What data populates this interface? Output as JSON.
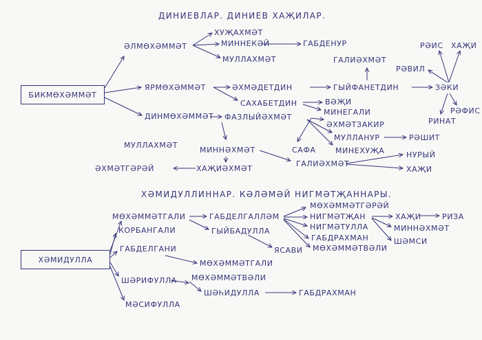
{
  "titles": {
    "top": "ДИНИЕВЛАР. ДИНИЕВ ХАҖИЛАР.",
    "bottom": "ХӘМИДУЛЛИННАР. КӘЛӘМӘЙ НИГМӘТҖАННАРЫ."
  },
  "tree1": {
    "root": "БИКМӨХӘММӘТ",
    "almuhammat": "ӘЛМӨХӘММӘТ",
    "huzhahmat": "ХУҖАХМӘТ",
    "minnekay": "МИННЕКӘЙ",
    "mullahmat_a": "МУЛЛАХМӘТ",
    "gabdenur": "ГАБДЕНУР",
    "galiahmat_a": "ГАЛИӘХМӘТ",
    "yarmuhammat": "ЯРМӨХӘММӘТ",
    "ahmadetdin": "ӘХМӘДЕТДИН",
    "gyilfanetdin": "ГЫЙФАНЕТДИН",
    "zaki": "ЗӘКИ",
    "rais": "РӘИС",
    "haji_a": "ХАҖИ",
    "ravil": "РӘВИЛ",
    "rafis": "РӘФИС",
    "rinat": "РИНАТ",
    "sahabetdin": "САХАБЕТДИН",
    "vazhi": "ВӘҖИ",
    "minegali": "МИНЕГАЛИ",
    "dinmuhammat": "ДИНМӨХӘММӘТ",
    "fazlyiahmat": "ФАЗЛЫЙӘХМӘТ",
    "ahmatzakir": "ӘХМӘТЗАКИР",
    "mullanur": "МУЛЛАНУР",
    "rashit": "РӘШИТ",
    "minehuzha": "МИНЕХУҖА",
    "mullahmat_b": "МУЛЛАХМӘТ",
    "minnahmat_a": "МИННӘХМӘТ",
    "safa": "САФА",
    "galiahmat_b": "ГАЛИӘХМӘТ",
    "nuryi": "НУРЫЙ",
    "haji_b": "ХАҖИ",
    "ahmatgaray": "ӘХМӘТГӘРӘЙ",
    "hajiahmat": "ХАҖИӘХМӘТ"
  },
  "tree2": {
    "root": "ХӘМИДУЛЛА",
    "muhammatgali_a": "МӨХӘММӘТГАЛИ",
    "gabdelgallam": "ГАБДЕЛГАЛЛӘМ",
    "muhammatgaray": "МӨХӘММӘТГӘРӘЙ",
    "nigmatzhan": "НИГМӘТҖАН",
    "haji": "ХАҖИ",
    "riza": "РИЗА",
    "minnahmat_b": "МИННӘХМӘТ",
    "shamsi": "ШӘМСИ",
    "nigmatulla": "НИГМӘТУЛЛА",
    "gabdrahman_a": "ГАБДРАХМАН",
    "muhammatvali_a": "МӨХӘММӘТВӘЛИ",
    "gyilbadulla": "ГЫЙБАДУЛЛА",
    "yasavi": "ЯСАВИ",
    "korbangali": "КОРБАНГАЛИ",
    "gabdelgani": "ГАБДЕЛГАНИ",
    "muhammatgali_b": "МӨХӘММӘТГАЛИ",
    "sharifulla": "ШӘРИФУЛЛА",
    "muhammatvali_b": "МӨХӘММӘТВӘЛИ",
    "shahidulla": "ШӘҺИДУЛЛА",
    "gabdrahman_b": "ГАБДРАХМАН",
    "masifulla": "МӘСИФУЛЛА"
  }
}
